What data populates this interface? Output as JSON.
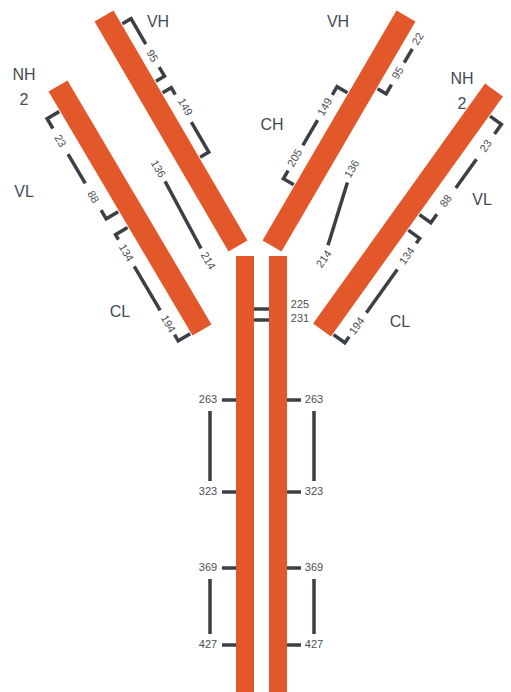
{
  "diagram": {
    "labels": [
      "VH",
      "VH",
      "22",
      "NH 2",
      "NH 2",
      "95",
      "95",
      "149",
      "CH",
      "205",
      "149",
      "136",
      "136",
      "23",
      "23",
      "VL",
      "88",
      "88",
      "VL",
      "134",
      "134",
      "214",
      "214",
      "CL",
      "194",
      "225",
      "231",
      "194",
      "CL",
      "263",
      "263",
      "323",
      "323",
      "369",
      "369",
      "427",
      "427"
    ]
  }
}
